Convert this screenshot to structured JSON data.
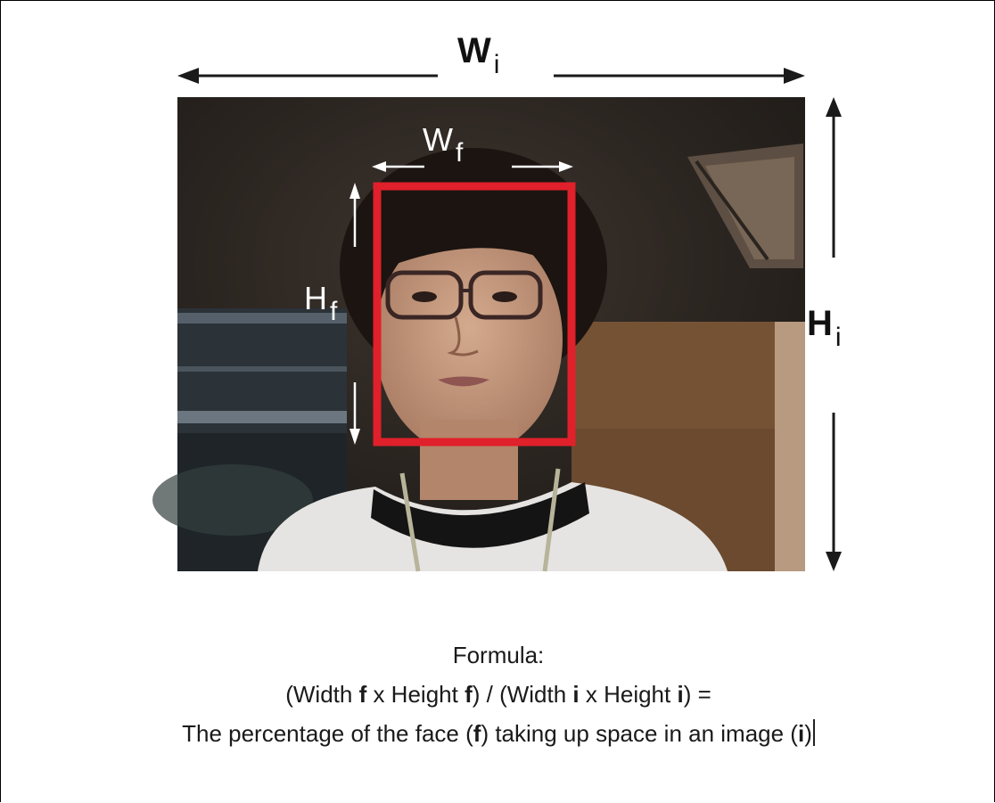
{
  "labels": {
    "image_width": {
      "main": "W",
      "sub": "i"
    },
    "image_height": {
      "main": "H",
      "sub": "i"
    },
    "face_width": {
      "main": "W",
      "sub": "f"
    },
    "face_height": {
      "main": "H",
      "sub": "f"
    }
  },
  "formula": {
    "heading": "Formula:",
    "line1": {
      "p1": "(Width ",
      "b1": "f",
      "p2": " x Height ",
      "b2": "f",
      "p3": ") / (Width ",
      "b3": "i",
      "p4": " x Height ",
      "b4": "i",
      "p5": ") ="
    },
    "line2": {
      "p1": "The percentage of the face (",
      "b1": "f",
      "p2": ") taking up space in an image (",
      "b2": "i",
      "p3": ")"
    }
  },
  "colors": {
    "face_box": "#e0202a",
    "arrows_outer": "#1a1a1a",
    "arrows_inner": "#ffffff"
  }
}
